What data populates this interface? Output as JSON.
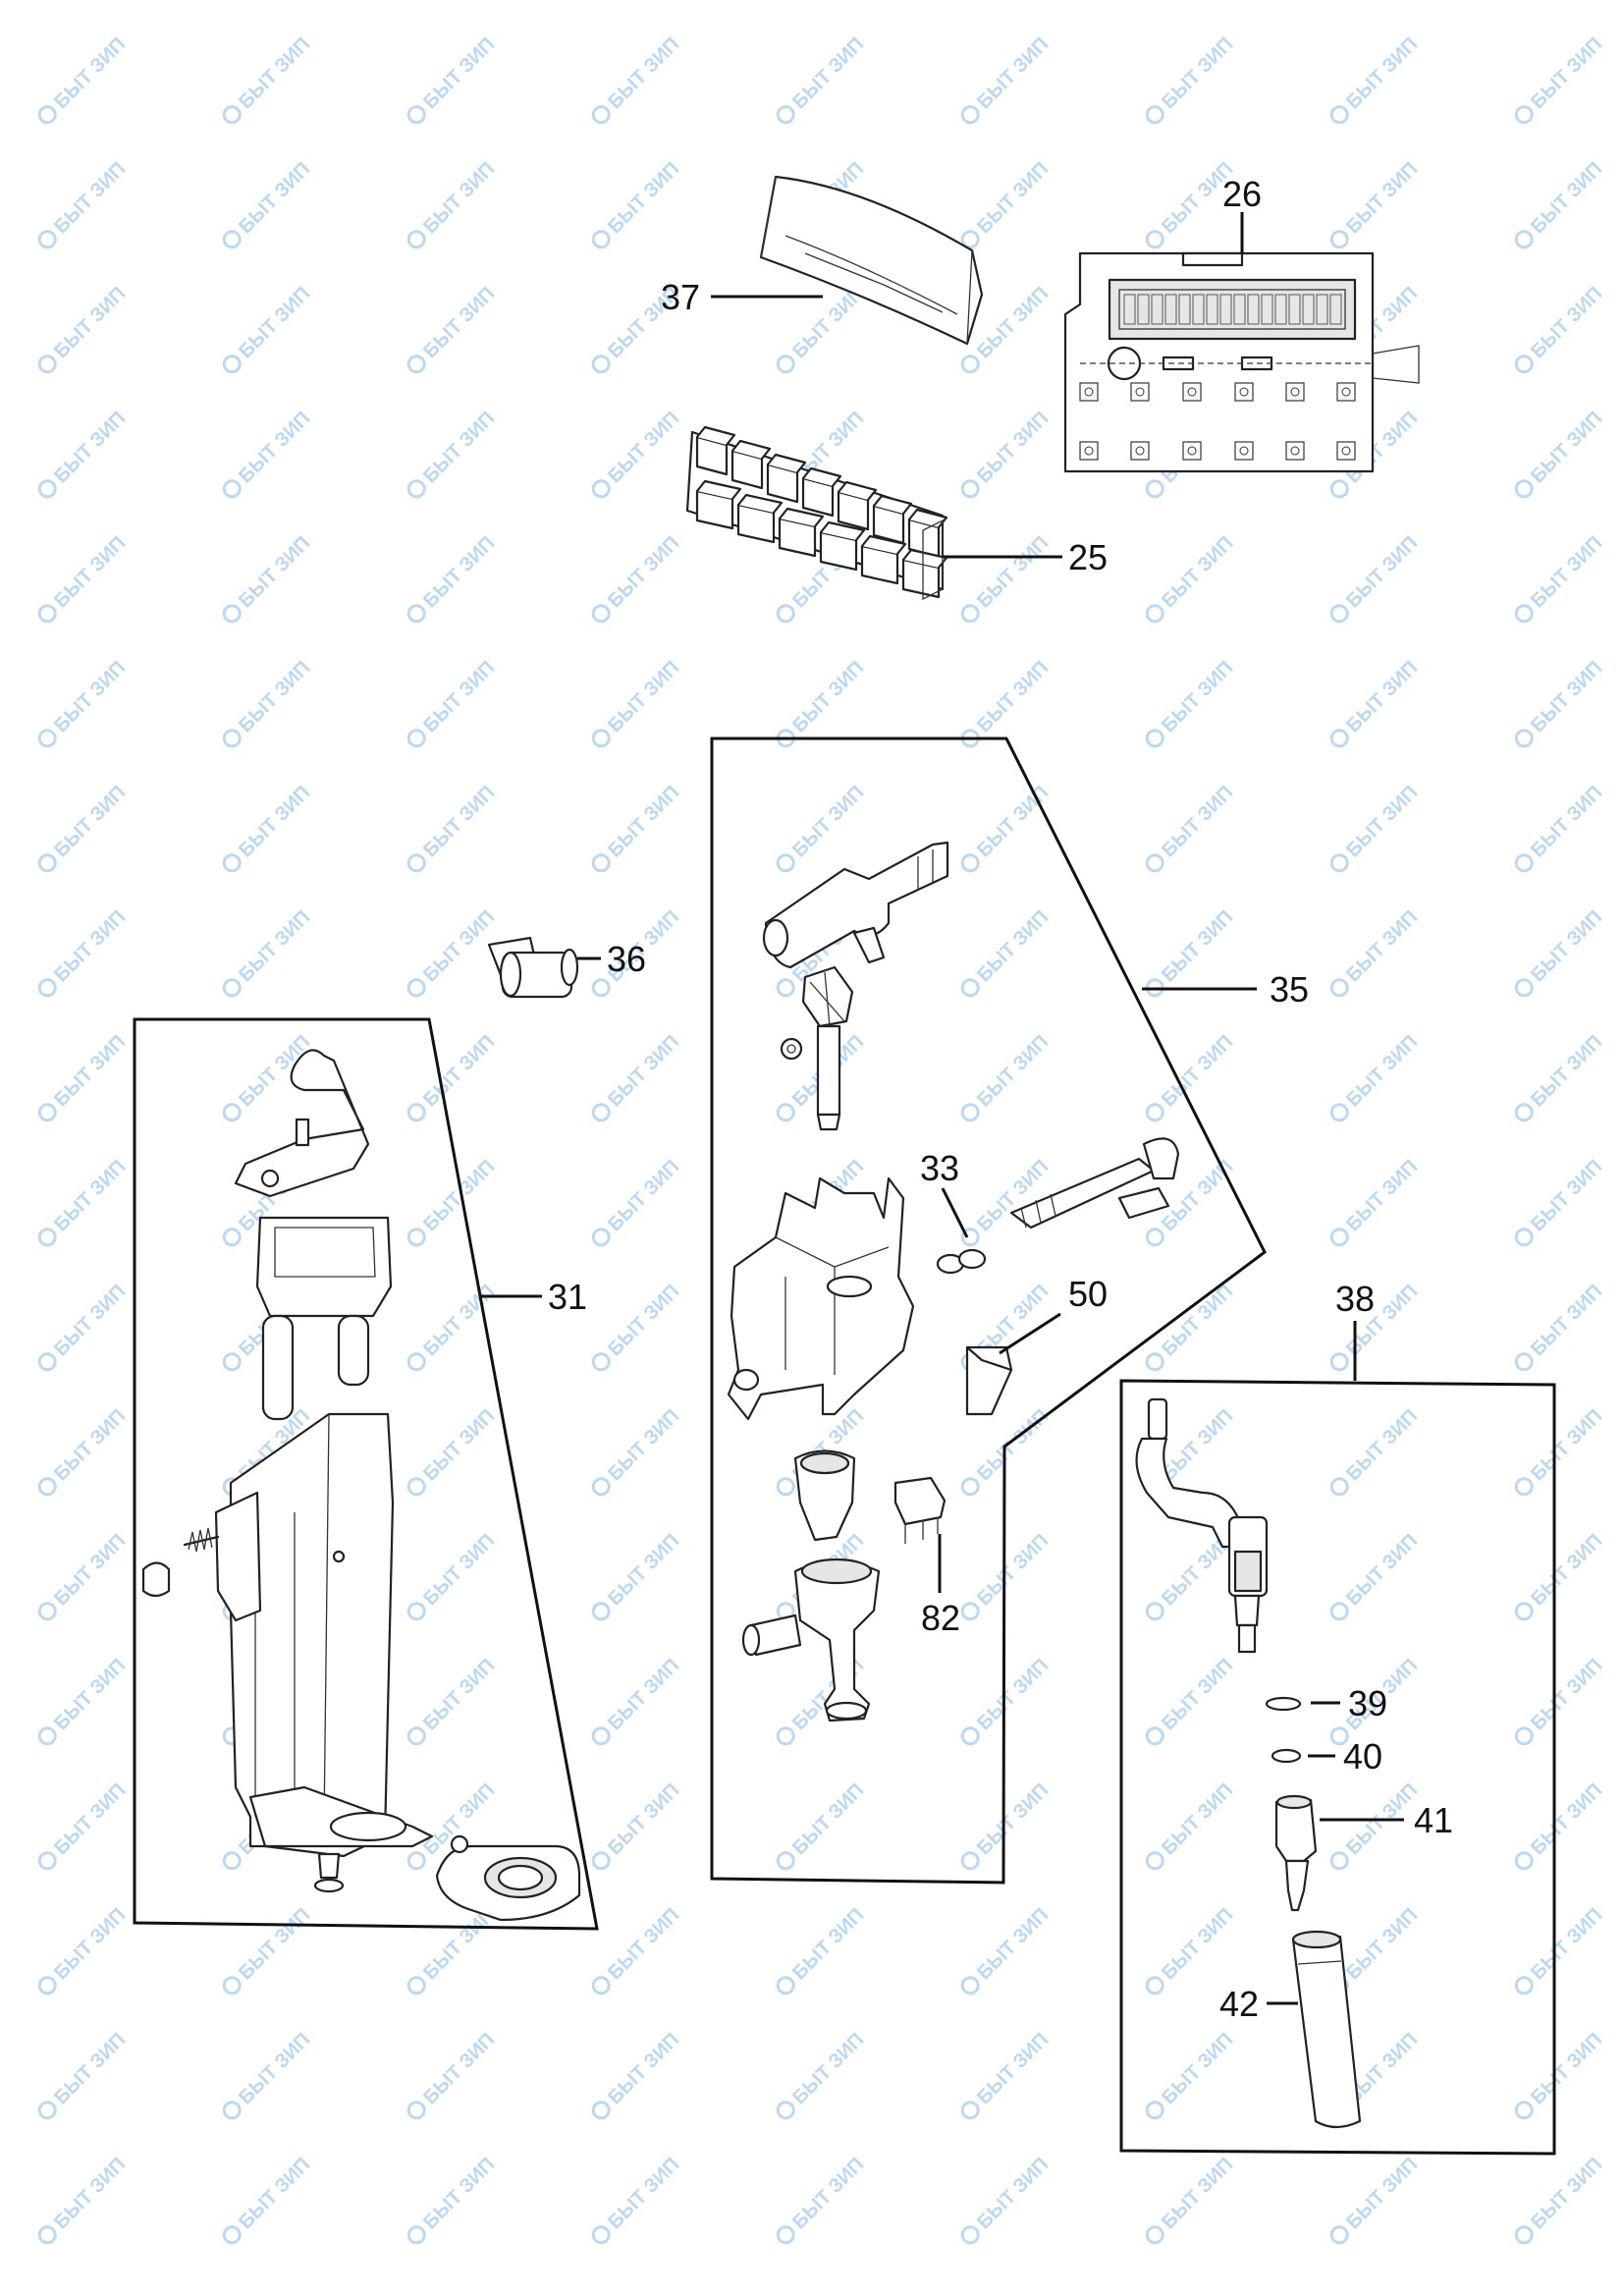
{
  "watermark": {
    "text": "БЫТ ЗИП",
    "color": "#bcd8f2"
  },
  "callouts": {
    "c25": "25",
    "c26": "26",
    "c31": "31",
    "c33": "33",
    "c35": "35",
    "c36": "36",
    "c37": "37",
    "c38": "38",
    "c39": "39",
    "c40": "40",
    "c41": "41",
    "c42": "42",
    "c50": "50",
    "c82": "82"
  }
}
